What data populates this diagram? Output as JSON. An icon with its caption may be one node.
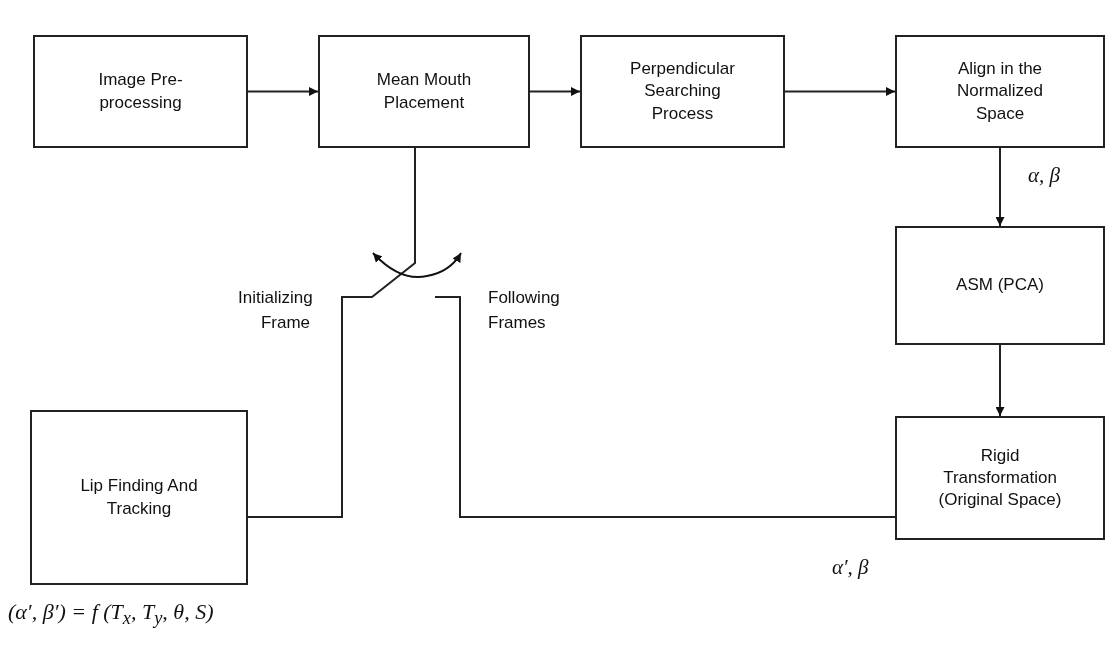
{
  "diagram": {
    "nodes": [
      {
        "text": [
          "Image Pre- processing"
        ]
      },
      {
        "text": [
          "Mean Mouth Placement"
        ]
      },
      {
        "text": [
          "Perpendicular Searching Process"
        ]
      },
      {
        "text": [
          "Align in the Normalized Space"
        ]
      },
      {
        "text": [
          "ASM (PCA)"
        ]
      },
      {
        "text": [
          "Rigid Transformation (Original Space)"
        ]
      },
      {
        "text": [
          "Lip Finding And Tracking"
        ]
      }
    ],
    "edges": [
      {
        "from": 0,
        "to": 1,
        "arrow": "to"
      },
      {
        "from": 1,
        "to": 2,
        "arrow": "to"
      },
      {
        "from": 2,
        "to": 3,
        "arrow": "to"
      },
      {
        "from": 3,
        "to": 4,
        "arrow": "to",
        "label": "α, β"
      },
      {
        "from": 4,
        "to": 5,
        "arrow": "to"
      },
      {
        "from": 6,
        "to": 1,
        "arrow": "none"
      },
      {
        "from": 5,
        "to": null,
        "arrow": "none",
        "label": "α′, β"
      }
    ],
    "labels": [
      "Initializing Frame",
      "Following Frames",
      "(α′, β′) = f (T$_{x}$, T$_{y}$, θ, S)"
    ]
  }
}
